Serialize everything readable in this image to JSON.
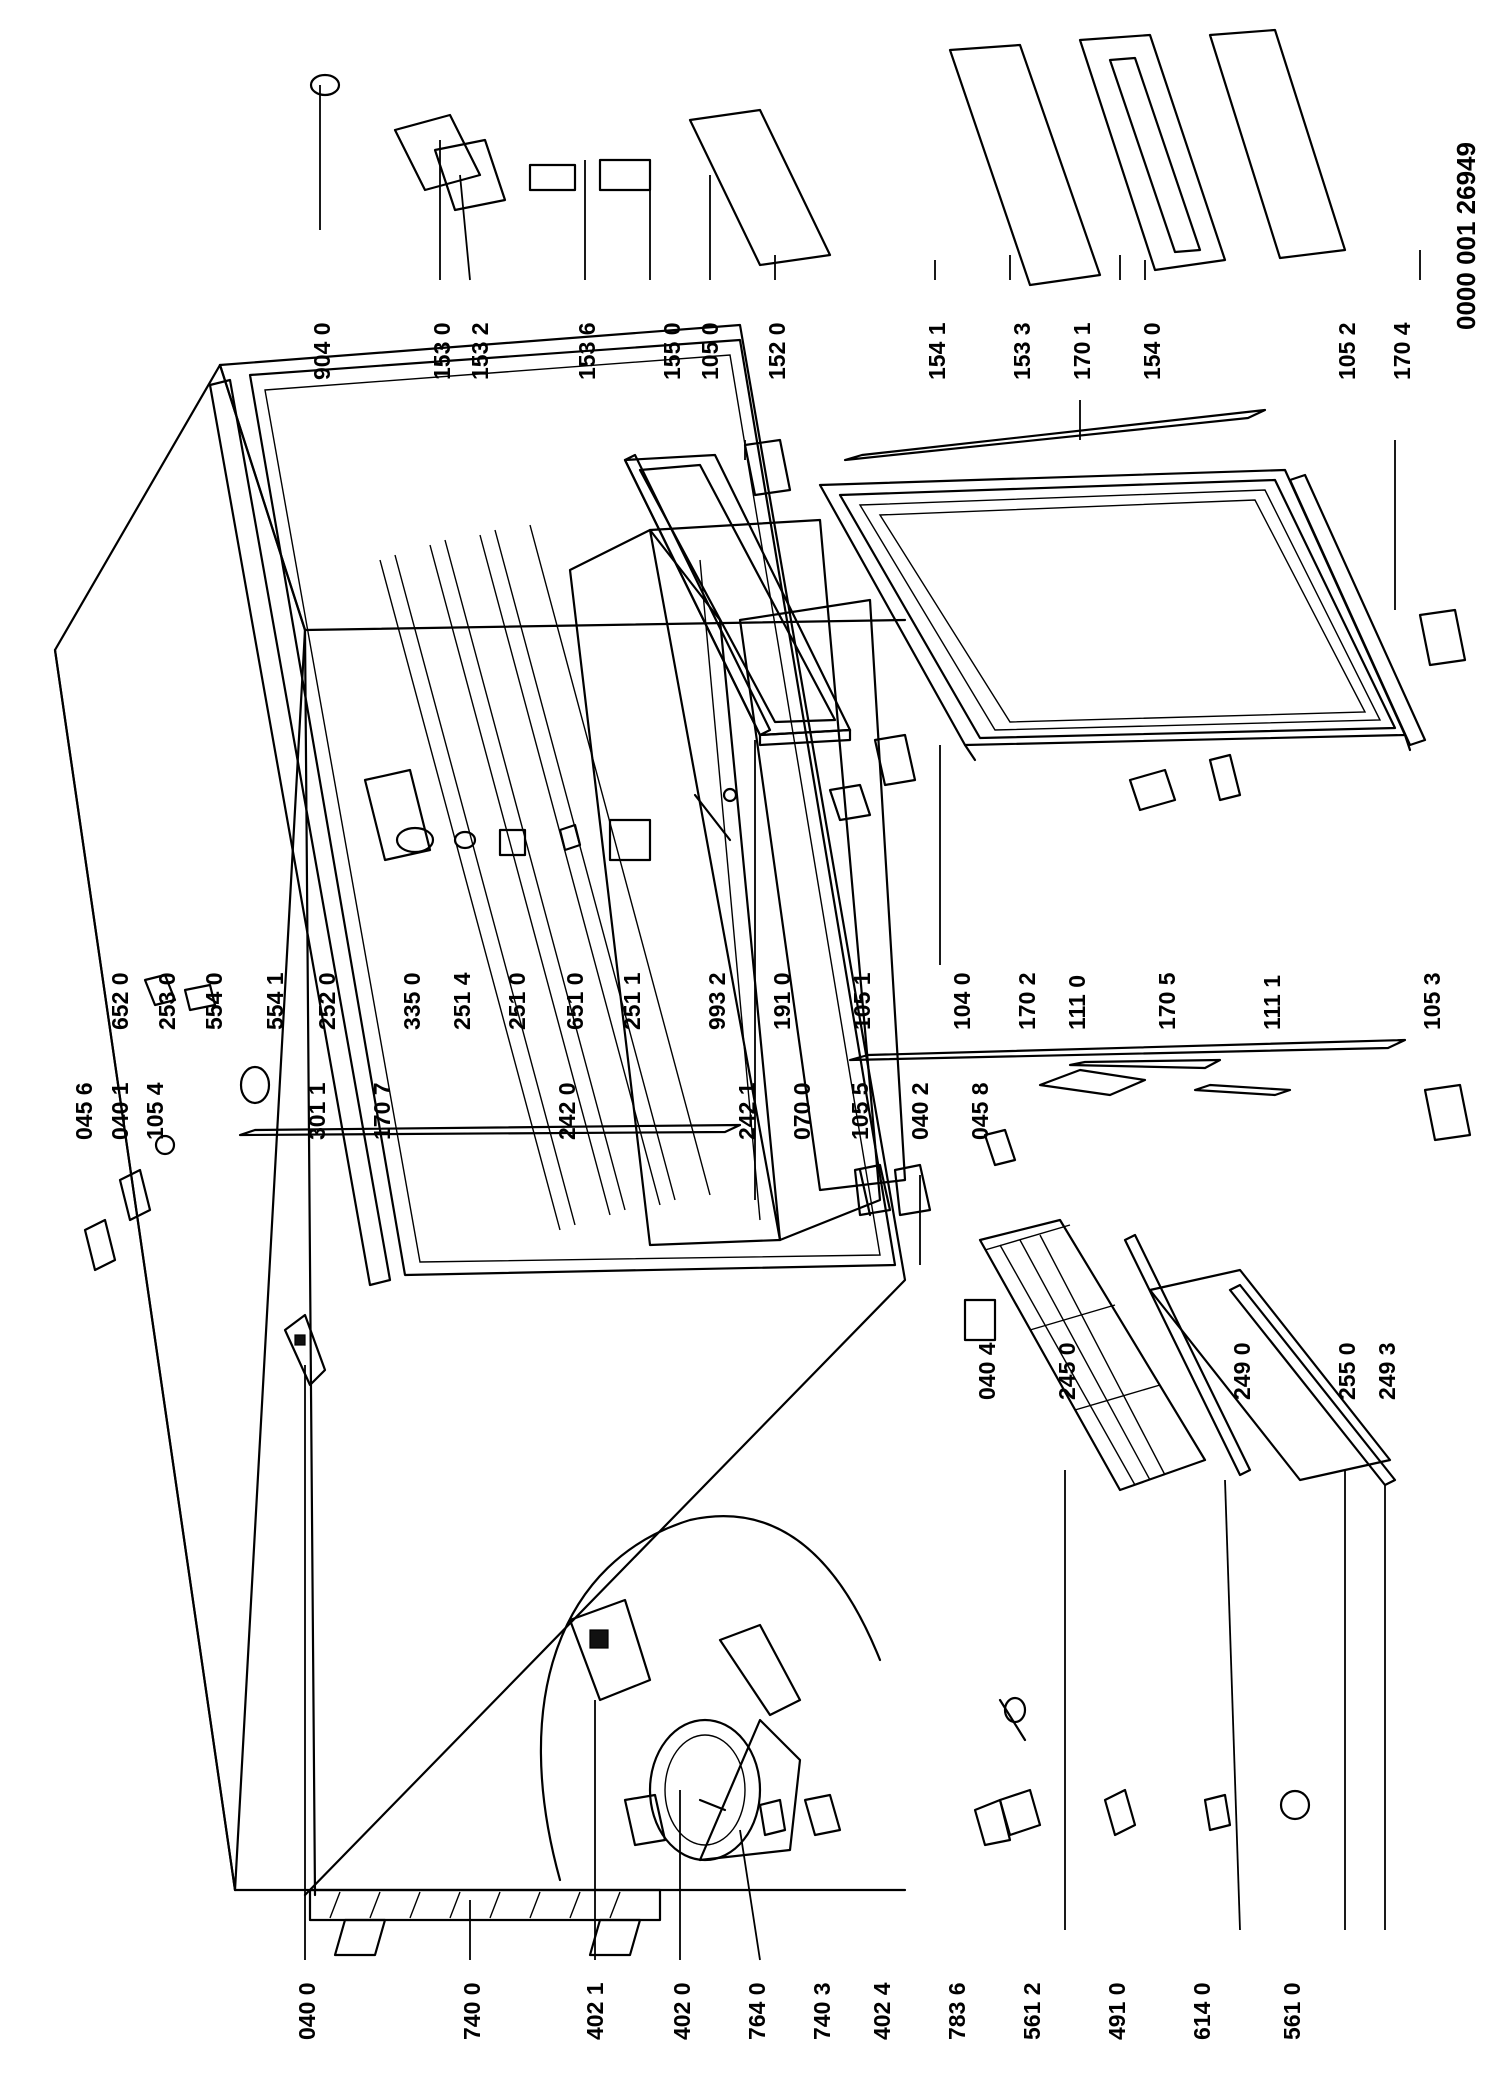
{
  "document_number": "0000 001 26949",
  "labels_left_column": [
    "040 0",
    "740 0",
    "402 1",
    "402 0",
    "764 0",
    "740 3",
    "402 4",
    "783 6",
    "561 2",
    "491 0",
    "614 0",
    "561 0"
  ],
  "labels_shelf_column": [
    "040 4",
    "245 0",
    "249 0",
    "255 0",
    "249 3"
  ],
  "labels_hinge_column": [
    "045 6",
    "040 1",
    "105 4",
    "301 1",
    "170 7",
    "242 0",
    "242 1",
    "070 0",
    "105 5",
    "040 2",
    "045 8"
  ],
  "labels_middle_column": [
    "652 0",
    "253 0",
    "554 0",
    "554 1",
    "252 0",
    "335 0",
    "251 4",
    "251 0",
    "651 0",
    "251 1",
    "993 2",
    "191 0",
    "105 1",
    "104 0",
    "170 2",
    "111 0",
    "170 5",
    "111 1",
    "105 3"
  ],
  "labels_right_column": [
    "904 0",
    "153 0",
    "153 2",
    "153 6",
    "155 0",
    "105 0",
    "152 0",
    "154 1",
    "153 3",
    "170 1",
    "154 0",
    "105 2",
    "170 4"
  ]
}
